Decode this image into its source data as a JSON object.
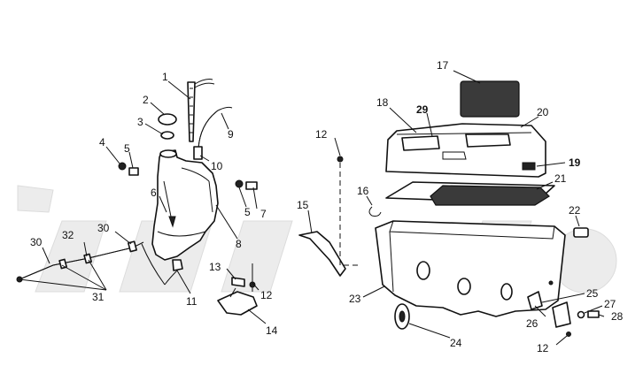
{
  "callouts": [
    {
      "id": "c1",
      "text": "1"
    },
    {
      "id": "c2",
      "text": "2"
    },
    {
      "id": "c3",
      "text": "3"
    },
    {
      "id": "c4",
      "text": "4"
    },
    {
      "id": "c5a",
      "text": "5"
    },
    {
      "id": "c5b",
      "text": "5"
    },
    {
      "id": "c6",
      "text": "6"
    },
    {
      "id": "c7",
      "text": "7"
    },
    {
      "id": "c8",
      "text": "8"
    },
    {
      "id": "c9",
      "text": "9"
    },
    {
      "id": "c10",
      "text": "10"
    },
    {
      "id": "c11",
      "text": "11"
    },
    {
      "id": "c12a",
      "text": "12"
    },
    {
      "id": "c12b",
      "text": "12"
    },
    {
      "id": "c12c",
      "text": "12"
    },
    {
      "id": "c13",
      "text": "13"
    },
    {
      "id": "c14",
      "text": "14"
    },
    {
      "id": "c15",
      "text": "15"
    },
    {
      "id": "c16",
      "text": "16"
    },
    {
      "id": "c17",
      "text": "17"
    },
    {
      "id": "c18",
      "text": "18"
    },
    {
      "id": "c19",
      "text": "19",
      "bold": true
    },
    {
      "id": "c20",
      "text": "20"
    },
    {
      "id": "c21",
      "text": "21"
    },
    {
      "id": "c22",
      "text": "22"
    },
    {
      "id": "c23",
      "text": "23"
    },
    {
      "id": "c24",
      "text": "24"
    },
    {
      "id": "c25",
      "text": "25"
    },
    {
      "id": "c26",
      "text": "26"
    },
    {
      "id": "c27",
      "text": "27"
    },
    {
      "id": "c28",
      "text": "28"
    },
    {
      "id": "c29",
      "text": "29",
      "bold": true
    },
    {
      "id": "c30a",
      "text": "30"
    },
    {
      "id": "c30b",
      "text": "30"
    },
    {
      "id": "c31",
      "text": "31"
    },
    {
      "id": "c32",
      "text": "32"
    }
  ],
  "colors": {
    "line": "#111111",
    "watermark": "#ececec"
  }
}
